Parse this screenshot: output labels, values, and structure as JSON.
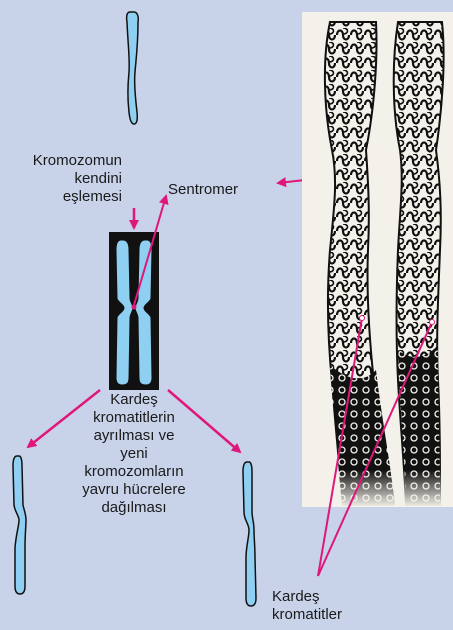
{
  "labels": {
    "replication": [
      "Kromozomun",
      "kendini",
      "eşlemesi"
    ],
    "centromere": "Sentromer",
    "separation": [
      "Kardeş",
      "kromatitlerin",
      "ayrılması ve",
      "yeni",
      "kromozomların",
      "yavru hücrelere",
      "dağılması"
    ],
    "sister_chromatids": [
      "Kardeş",
      "kromatitler"
    ]
  },
  "colors": {
    "background": "#c8d3ea",
    "chromosome_fill": "#8fd0f2",
    "chromosome_outline": "#111111",
    "arrow": "#e0177a",
    "photo_background": "#f3f1ea",
    "photo_ink": "#111111"
  }
}
